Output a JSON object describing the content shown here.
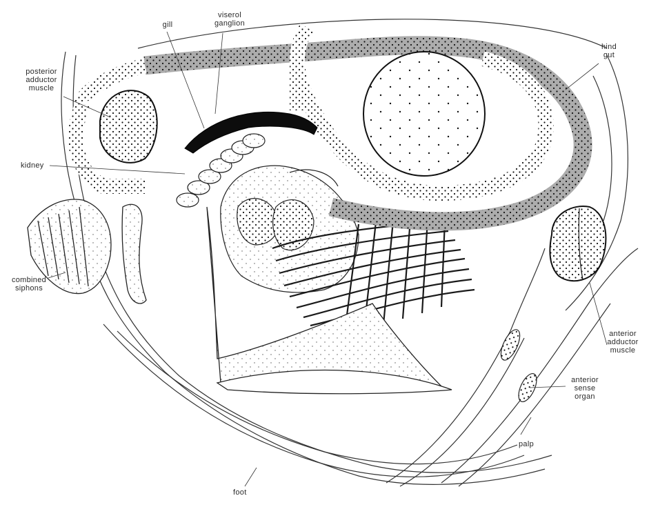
{
  "labels": {
    "gill": "gill",
    "visceral_ganglion": [
      "viserol",
      "ganglion"
    ],
    "hind_gut": [
      "hind",
      "gut"
    ],
    "posterior_adductor": [
      "posterior",
      "adductor",
      "muscle"
    ],
    "kidney": "kidney",
    "combined_siphons": [
      "combined",
      "siphons"
    ],
    "anterior_adductor": [
      "anterior",
      "adductor",
      "muscle"
    ],
    "anterior_sense_organ": [
      "anterior",
      "sense",
      "organ"
    ],
    "palp": "palp",
    "foot": "foot"
  },
  "colors": {
    "ink": "#1a1a1a",
    "paper": "#ffffff"
  }
}
